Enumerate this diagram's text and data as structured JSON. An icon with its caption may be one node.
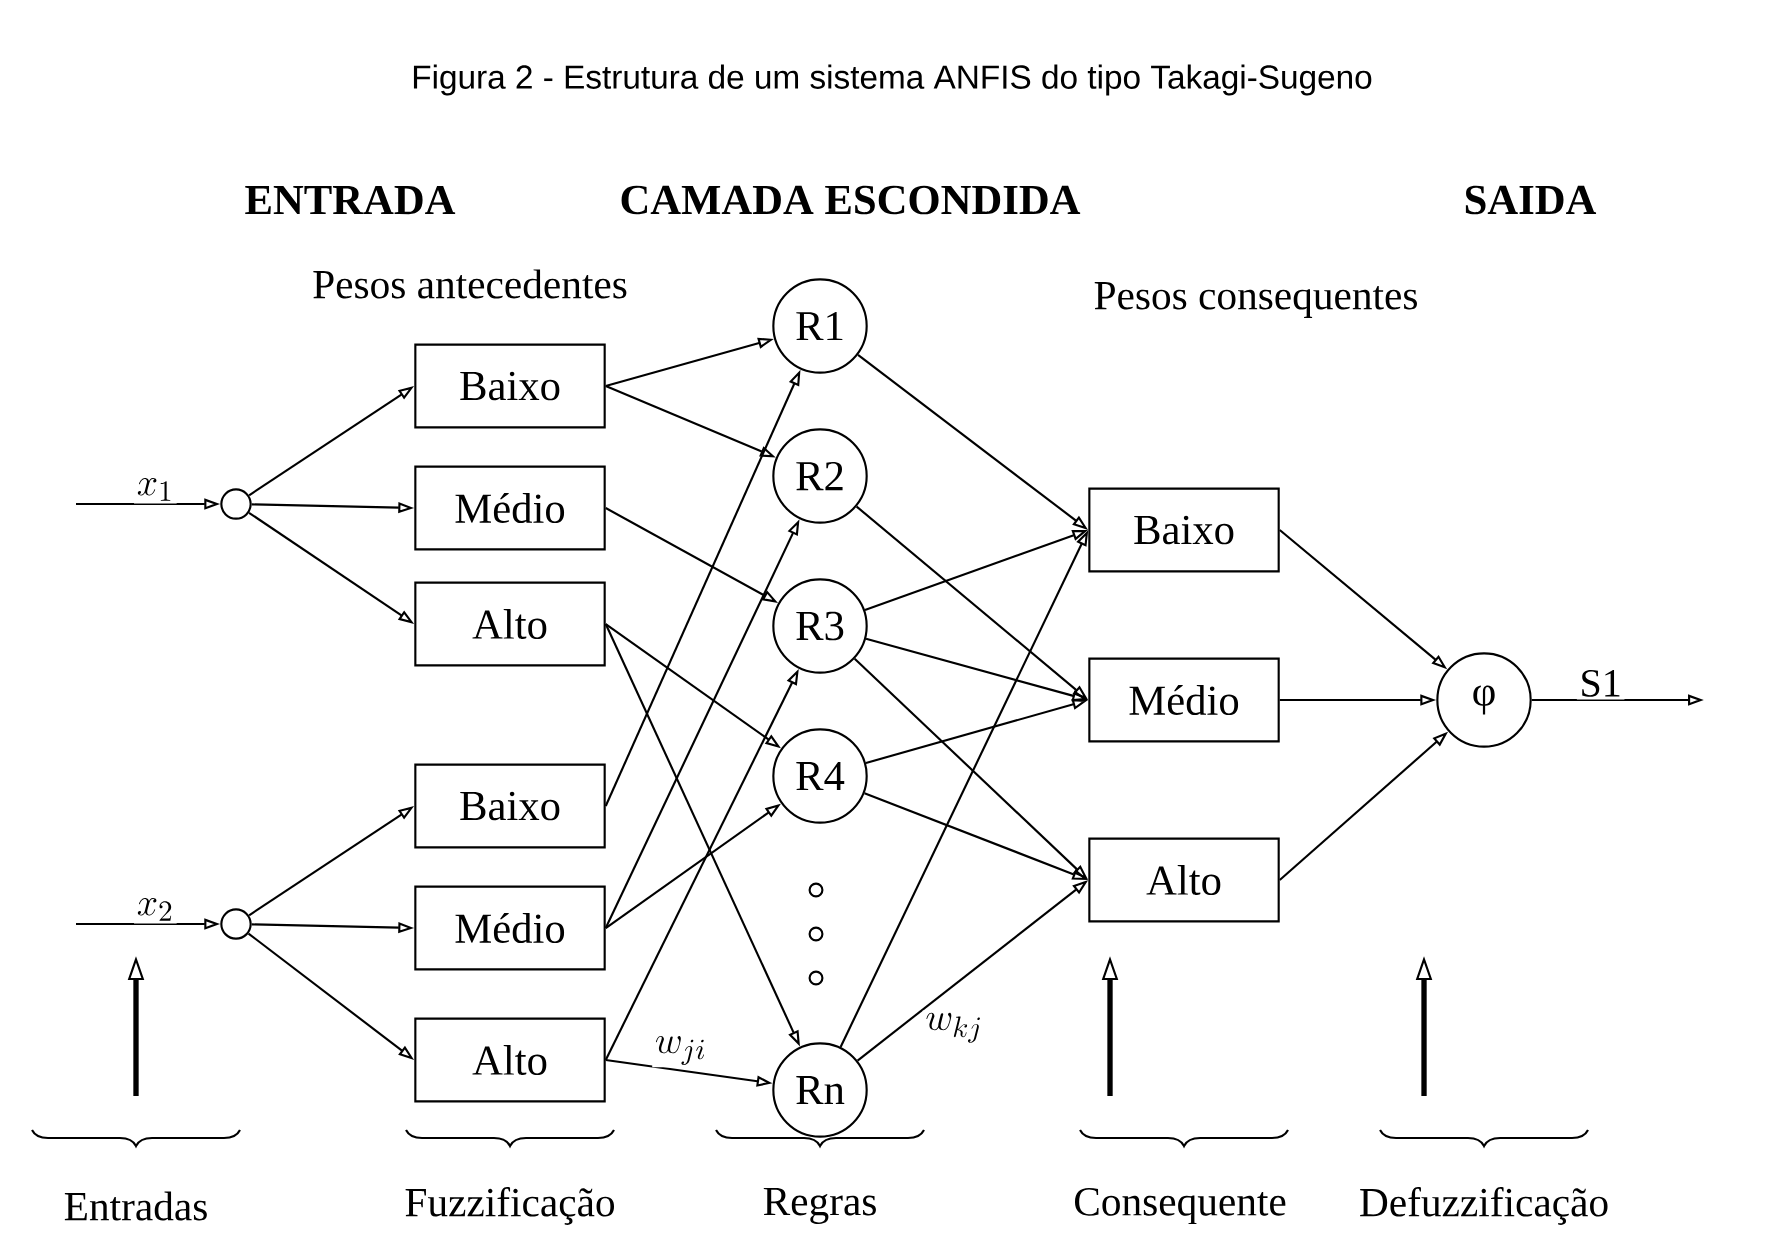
{
  "diagram": {
    "title": "Figura 2 - Estrutura de um sistema ANFIS do tipo Takagi-Sugeno",
    "nodes": [
      {
        "text": [],
        "shape": "circle"
      },
      {
        "text": [],
        "shape": "circle"
      },
      {
        "text": [
          "Baixo"
        ]
      },
      {
        "text": [
          "Médio"
        ]
      },
      {
        "text": [
          "Alto"
        ]
      },
      {
        "text": [
          "Baixo"
        ]
      },
      {
        "text": [
          "Médio"
        ]
      },
      {
        "text": [
          "Alto"
        ]
      },
      {
        "text": [
          "R1"
        ]
      },
      {
        "text": [
          "R2"
        ]
      },
      {
        "text": [
          "R3"
        ]
      },
      {
        "text": [
          "R4"
        ]
      },
      {
        "text": [
          "Rn"
        ]
      },
      {
        "text": [
          "Baixo"
        ]
      },
      {
        "text": [
          "Médio"
        ]
      },
      {
        "text": [
          "Alto"
        ]
      },
      {
        "text": [
          "φ"
        ]
      }
    ],
    "edges": [
      {
        "from": null,
        "to": 0,
        "arrow": "to",
        "label": "x_{1}"
      },
      {
        "from": null,
        "to": 1,
        "arrow": "to",
        "label": "x_{2}"
      },
      {
        "from": 0,
        "to": 2,
        "arrow": "to"
      },
      {
        "from": 0,
        "to": 3,
        "arrow": "to"
      },
      {
        "from": 0,
        "to": 4,
        "arrow": "to"
      },
      {
        "from": 1,
        "to": 5,
        "arrow": "to"
      },
      {
        "from": 1,
        "to": 6,
        "arrow": "to"
      },
      {
        "from": 1,
        "to": 7,
        "arrow": "to"
      },
      {
        "from": 2,
        "to": 8,
        "arrow": "to"
      },
      {
        "from": 2,
        "to": 9,
        "arrow": "to"
      },
      {
        "from": 3,
        "to": 10,
        "arrow": "to"
      },
      {
        "from": 4,
        "to": 11,
        "arrow": "to"
      },
      {
        "from": 4,
        "to": 12,
        "arrow": "to"
      },
      {
        "from": 5,
        "to": 8,
        "arrow": "to"
      },
      {
        "from": 6,
        "to": 9,
        "arrow": "to"
      },
      {
        "from": 6,
        "to": 11,
        "arrow": "to"
      },
      {
        "from": 7,
        "to": 10,
        "arrow": "to"
      },
      {
        "from": 7,
        "to": 12,
        "arrow": "to",
        "label": "w_{j i}"
      },
      {
        "from": 8,
        "to": 13,
        "arrow": "to"
      },
      {
        "from": 9,
        "to": 14,
        "arrow": "to"
      },
      {
        "from": 10,
        "to": 13,
        "arrow": "to"
      },
      {
        "from": 10,
        "to": 14,
        "arrow": "to"
      },
      {
        "from": 10,
        "to": 15,
        "arrow": "to"
      },
      {
        "from": 11,
        "to": 14,
        "arrow": "to"
      },
      {
        "from": 11,
        "to": 15,
        "arrow": "to"
      },
      {
        "from": 12,
        "to": 13,
        "arrow": "to"
      },
      {
        "from": 12,
        "to": 15,
        "arrow": "to",
        "label": "w_{k j}"
      },
      {
        "from": 13,
        "to": 16,
        "arrow": "to"
      },
      {
        "from": 14,
        "to": 16,
        "arrow": "to"
      },
      {
        "from": 15,
        "to": 16,
        "arrow": "to"
      },
      {
        "from": 16,
        "to": null,
        "arrow": "to",
        "label": "S1"
      }
    ],
    "labels": [
      "ENTRADA",
      "CAMADA ESCONDIDA",
      "SAIDA",
      "Pesos antecedentes",
      "Pesos consequentes",
      "Entradas",
      "Fuzzificação",
      "Regras",
      "Consequente",
      "Defuzzificação"
    ]
  }
}
